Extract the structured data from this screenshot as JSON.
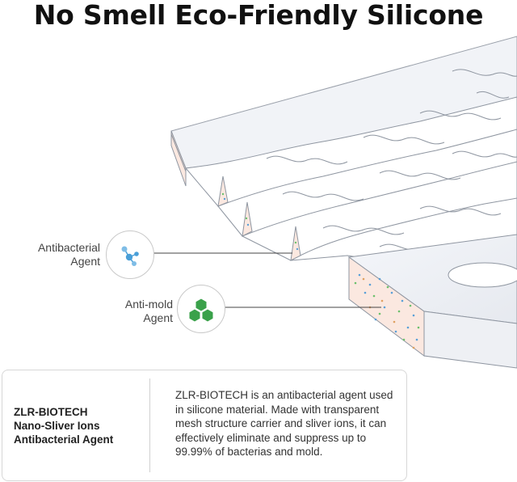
{
  "title": "No Smell Eco-Friendly Silicone",
  "callouts": [
    {
      "label_line1": "Antibacterial",
      "label_line2": "Agent",
      "icon": "molecule-icon"
    },
    {
      "label_line1": "Anti-mold",
      "label_line2": "Agent",
      "icon": "hexagon-cluster-icon"
    }
  ],
  "info": {
    "brand_line1": "ZLR-BIOTECH",
    "brand_line2": "Nano-Sliver Ions",
    "brand_line3": "Antibacterial Agent",
    "description": "ZLR-BIOTECH is an antibacterial agent used in silicone material. Made with transparent mesh structure carrier and sliver ions, it can effectively eliminate and suppress up to 99.99% of bacterias and mold."
  },
  "colors": {
    "molecule_blue": "#4a9fd8",
    "hex_green": "#3aa14a",
    "cross_section": "#fbe8e0",
    "dot_blue": "#5aa0d8",
    "dot_green": "#6cc06c",
    "dot_orange": "#e0a060"
  }
}
